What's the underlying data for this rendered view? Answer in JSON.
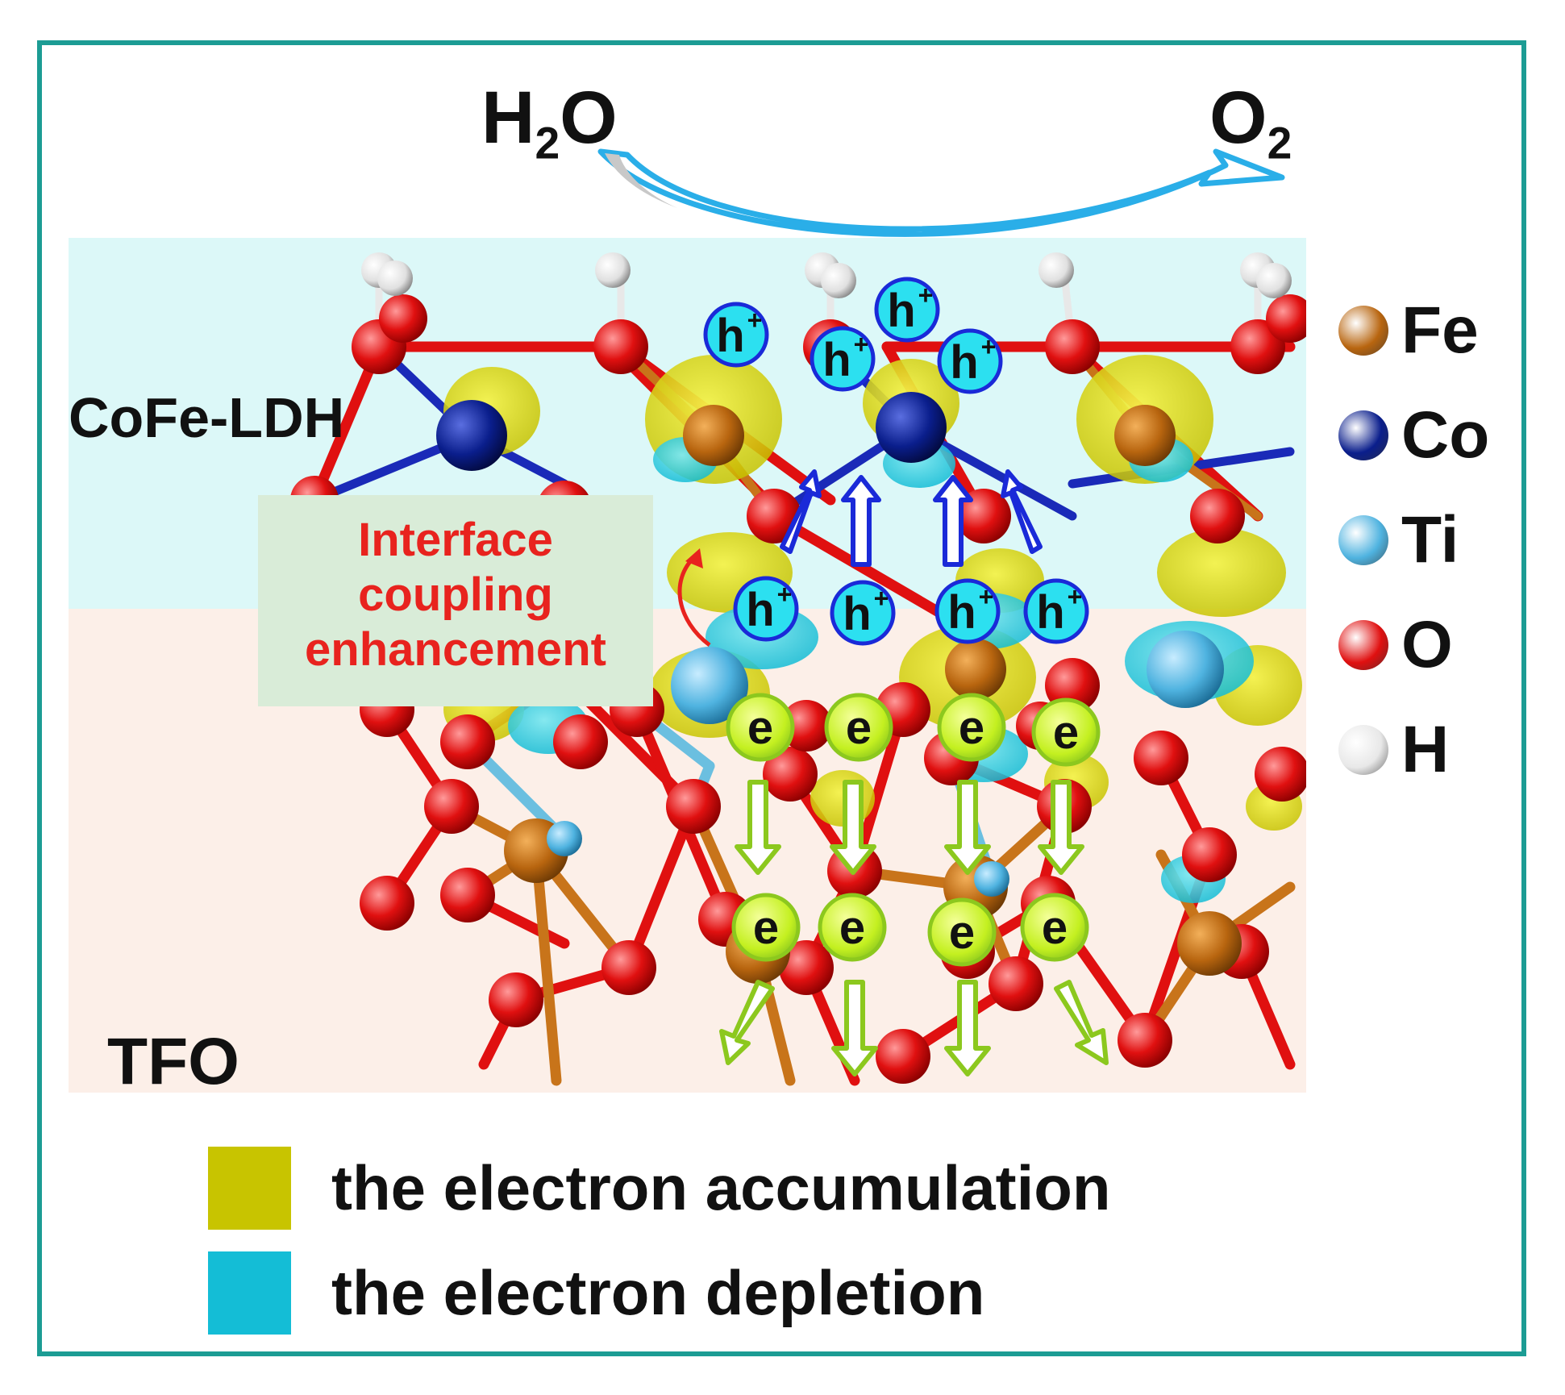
{
  "reaction": {
    "reactant": "H2O",
    "reactant_main": "H",
    "reactant_sub": "2",
    "reactant_tail": "O",
    "product_main": "O",
    "product_sub": "2"
  },
  "regions": {
    "top": "CoFe-LDH",
    "bottom": "TFO"
  },
  "interface_label": {
    "line1": "Interface",
    "line2": "coupling",
    "line3": "enhancement"
  },
  "hole_label": {
    "main": "h",
    "sup": "+"
  },
  "electron_label": "e",
  "legend": [
    {
      "label": "Fe",
      "color": "#b8650f"
    },
    {
      "label": "Co",
      "color": "#0a1e8c"
    },
    {
      "label": "Ti",
      "color": "#4fb3e0"
    },
    {
      "label": "O",
      "color": "#e01010"
    },
    {
      "label": "H",
      "color": "#e8e8e8"
    }
  ],
  "charge_density": [
    {
      "label": "the electron accumulation",
      "color": "#c8c400"
    },
    {
      "label": "the electron depletion",
      "color": "#14bdd6"
    }
  ],
  "colors": {
    "frame": "#1c9c94",
    "ldh_bg": "#dcf8f8",
    "tfo_bg": "#fcefe8",
    "arrow_top": "#2aaee8",
    "hole_arrow": "#1a2ad8",
    "electron_arrow": "#8cc81e",
    "interface_text": "#e8231e"
  }
}
